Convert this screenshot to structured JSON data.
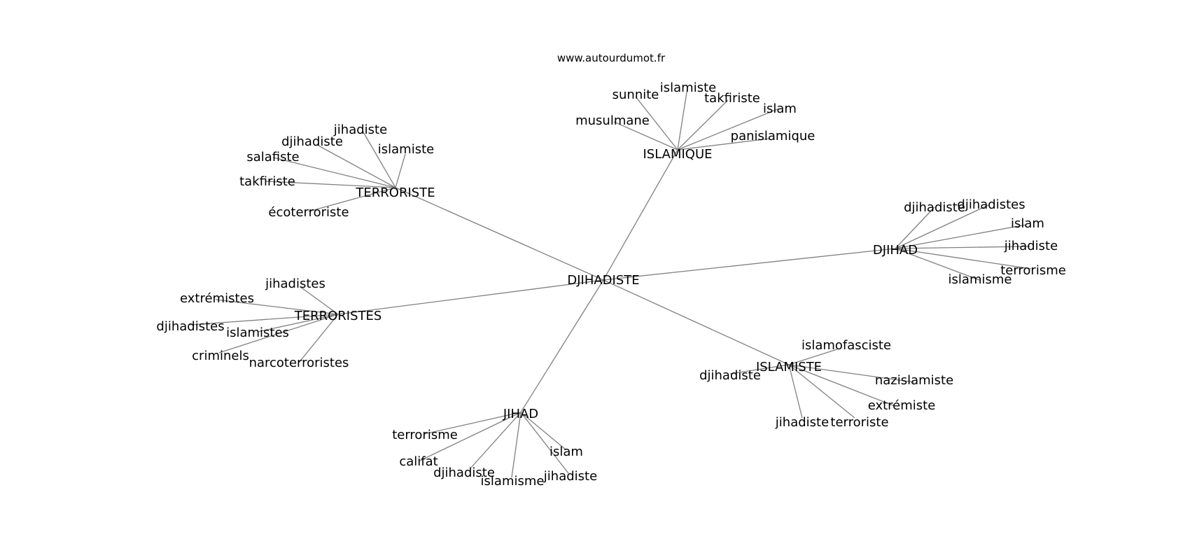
{
  "diagram": {
    "source": "www.autourdumot.fr",
    "center": "DJIHADISTE",
    "edge_color": "#808080",
    "clusters": [
      {
        "hub": "TERRORISTE",
        "words": [
          "jihadiste",
          "djihadiste",
          "islamiste",
          "salafiste",
          "takfiriste",
          "écoterroriste"
        ]
      },
      {
        "hub": "ISLAMIQUE",
        "words": [
          "sunnite",
          "islamiste",
          "takfiriste",
          "islam",
          "musulmane",
          "panislamique"
        ]
      },
      {
        "hub": "DJIHAD",
        "words": [
          "djihadiste",
          "djihadistes",
          "islam",
          "jihadiste",
          "terrorisme",
          "islamisme"
        ]
      },
      {
        "hub": "TERRORISTES",
        "words": [
          "jihadistes",
          "extrémistes",
          "djihadistes",
          "islamistes",
          "criminels",
          "narcoterroristes"
        ]
      },
      {
        "hub": "ISLAMISTE",
        "words": [
          "islamofasciste",
          "djihadiste",
          "nazislamiste",
          "extrémiste",
          "jihadiste",
          "terroriste"
        ]
      },
      {
        "hub": "JIHAD",
        "words": [
          "terrorisme",
          "califat",
          "islam",
          "djihadiste",
          "islamisme",
          "jihadiste"
        ]
      }
    ]
  }
}
